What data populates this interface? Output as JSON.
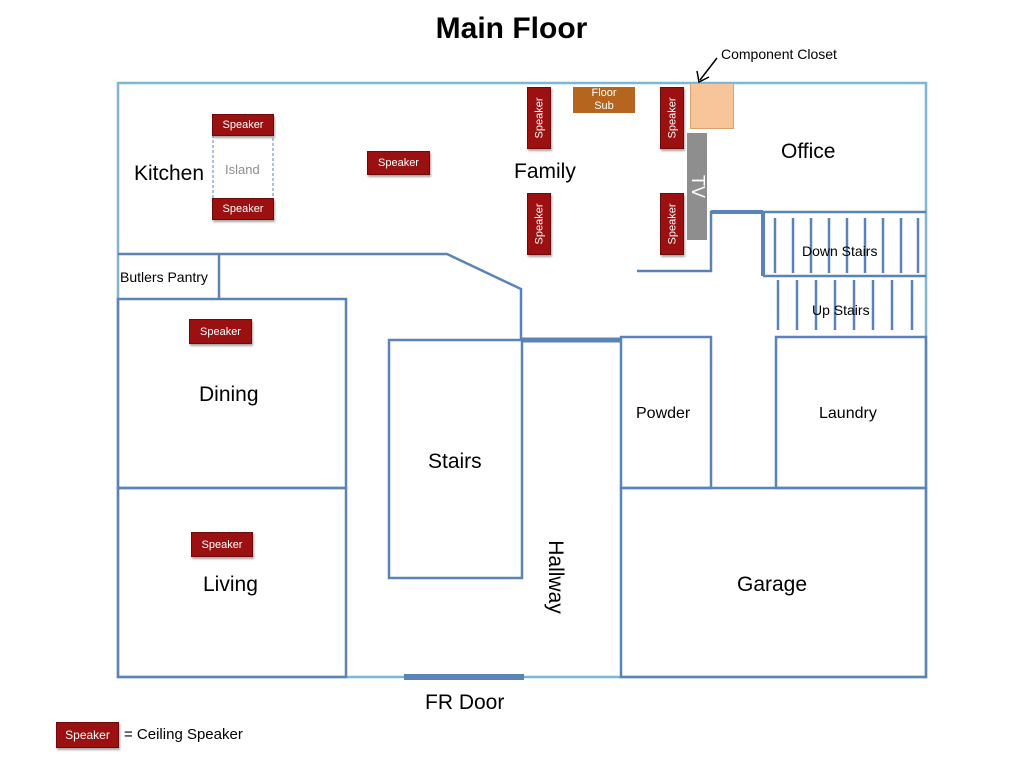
{
  "title": "Main Floor",
  "callout": {
    "component_closet": "Component Closet"
  },
  "rooms": {
    "kitchen": "Kitchen",
    "island": "Island",
    "family": "Family",
    "office": "Office",
    "tv": "TV",
    "floor_sub": "Floor\nSub",
    "butlers_pantry": "Butlers Pantry",
    "down_stairs": "Down Stairs",
    "up_stairs": "Up Stairs",
    "dining": "Dining",
    "stairs": "Stairs",
    "powder": "Powder",
    "laundry": "Laundry",
    "living": "Living",
    "hallway": "Hallway",
    "garage": "Garage",
    "fr_door": "FR Door"
  },
  "speaker_label": "Speaker",
  "legend": {
    "swatch": "Speaker",
    "text": "= Ceiling Speaker"
  },
  "colors": {
    "wall": "#5a84b8",
    "outer_wall": "#7ab8d4",
    "speaker": "#9b1111",
    "floor_sub": "#b5651d",
    "closet": "#f8c49a",
    "tv": "#8e8e8e"
  }
}
